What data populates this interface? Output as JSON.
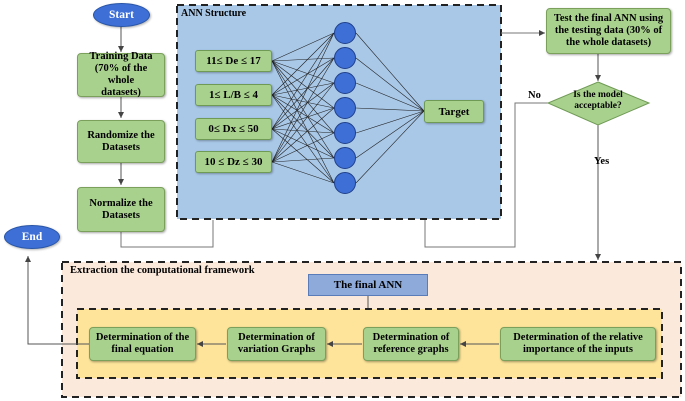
{
  "start": "Start",
  "end": "End",
  "left_column": {
    "training": [
      "Training Data",
      "(70% of the whole",
      "datasets)"
    ],
    "randomize": [
      "Randomize the",
      "Datasets"
    ],
    "normalize": [
      "Normalize the",
      "Datasets"
    ]
  },
  "ann": {
    "title": "ANN Structure",
    "inputs": [
      "11≤ De ≤ 17",
      "1≤ L/B ≤ 4",
      "0≤ Dx ≤ 50",
      "10 ≤ Dz ≤ 30"
    ],
    "hidden_count": 7,
    "target": "Target"
  },
  "right_column": {
    "test": [
      "Test the final ANN using",
      "the testing data (30% of",
      "the whole datasets)"
    ],
    "decision": [
      "Is the model",
      "acceptable?"
    ],
    "no": "No",
    "yes": "Yes"
  },
  "extraction": {
    "title": "Extraction the computational framework",
    "final_ann": "The final ANN",
    "steps": [
      [
        "Determination of the relative",
        "importance of the inputs"
      ],
      [
        "Determination of",
        "reference graphs"
      ],
      [
        "Determination of",
        "variation Graphs"
      ],
      [
        "Determination of the",
        "final equation"
      ]
    ]
  },
  "colors": {
    "green": "#a9d18e",
    "blue_oval": "#3d6fd6",
    "ann_bg": "#a9c8e8",
    "extraction_bg": "#fbe9dc",
    "inner_bg": "#fde49a",
    "final_ann_bg": "#8eaadb"
  }
}
